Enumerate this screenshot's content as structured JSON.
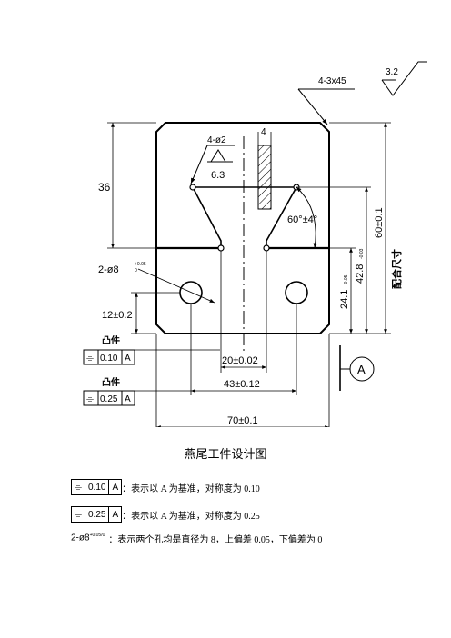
{
  "drawing": {
    "chamfer_note": "4-3x45",
    "roughness_overall": "3.2",
    "pin_note": "4-ø2",
    "slot_width": "4",
    "roughness_slot": "6.3",
    "height_left": "36",
    "angle": "60°±4°",
    "height_total": "60±0.1",
    "height_42": "42.8",
    "height_42_tol": "-0.03",
    "height_24": "24.1",
    "height_24_tol": "-0.05",
    "fit_size_label": "配合尺寸",
    "hole_note": "2-ø8",
    "hole_tol_upper": "+0.05",
    "hole_tol_lower": "0",
    "hole_height": "12±0.2",
    "convex_label_1": "凸件",
    "convex_label_2": "凸件",
    "fcf1": {
      "symbol": "⌯",
      "value": "0.10",
      "datum": "A"
    },
    "fcf2": {
      "symbol": "⌯",
      "value": "0.25",
      "datum": "A"
    },
    "dim_20": "20±0.02",
    "dim_43": "43±0.12",
    "dim_70": "70±0.1",
    "datum_label": "A"
  },
  "caption": "燕尾工件设计图",
  "legend": [
    {
      "symbol": "⌯",
      "value": "0.10",
      "datum": "A",
      "text": "：表示以 A 为基准，对称度为 0.10"
    },
    {
      "symbol": "⌯",
      "value": "0.25",
      "datum": "A",
      "text": "：表示以 A 为基准，对称度为 0.25"
    }
  ],
  "hole_legend": {
    "note": "2-ø8",
    "upper": "+0.05",
    "lower": "0",
    "text": "：表示两个孔均是直径为 8，上偏差 0.05，下偏差为 0"
  }
}
